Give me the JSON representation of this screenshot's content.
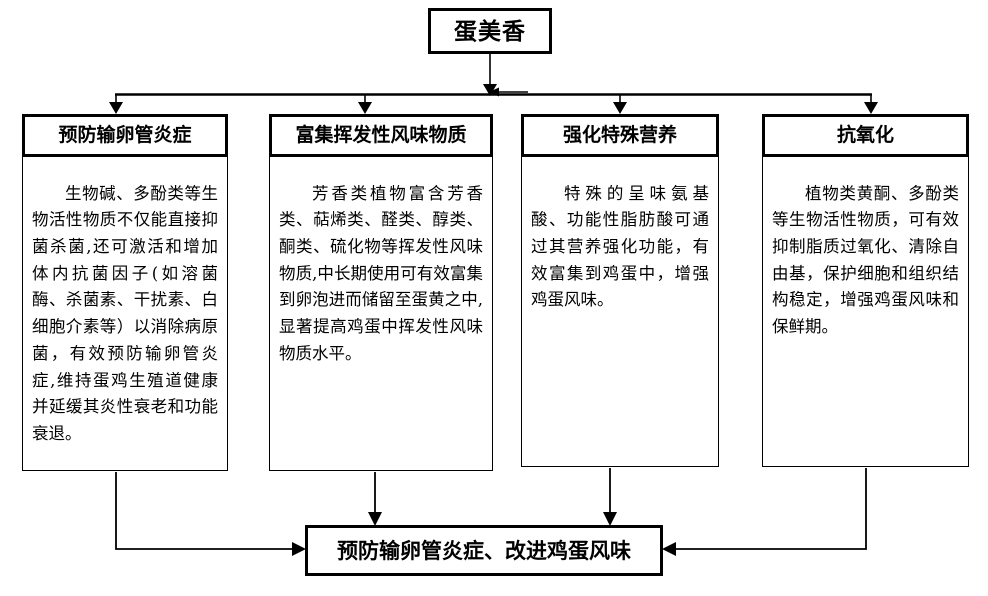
{
  "diagram": {
    "root": {
      "label": "蛋美香"
    },
    "branches": [
      {
        "header": "预防输卵管炎症",
        "body": "生物碱、多酚类等生物活性物质不仅能直接抑菌杀菌,还可激活和增加体内抗菌因子(如溶菌酶、杀菌素、干扰素、白细胞介素等）以消除病原菌，有效预防输卵管炎症,维持蛋鸡生殖道健康并延缓其炎性衰老和功能衰退。"
      },
      {
        "header": "富集挥发性风味物质",
        "body": "芳香类植物富含芳香类、萜烯类、醛类、醇类、酮类、硫化物等挥发性风味物质,中长期使用可有效富集到卵泡进而储留至蛋黄之中,显著提高鸡蛋中挥发性风味物质水平。"
      },
      {
        "header": "强化特殊营养",
        "body": "特殊的呈味氨基酸、功能性脂肪酸可通过其营养强化功能，有效富集到鸡蛋中，增强鸡蛋风味。"
      },
      {
        "header": "抗氧化",
        "body": "植物类黄酮、多酚类等生物活性物质，可有效抑制脂质过氧化、清除自由基，保护细胞和组织结构稳定，增强鸡蛋风味和保鲜期。"
      }
    ],
    "outcome": {
      "label": "预防输卵管炎症、改进鸡蛋风味"
    },
    "colors": {
      "stroke": "#000000",
      "background": "#ffffff",
      "text": "#000000"
    }
  }
}
